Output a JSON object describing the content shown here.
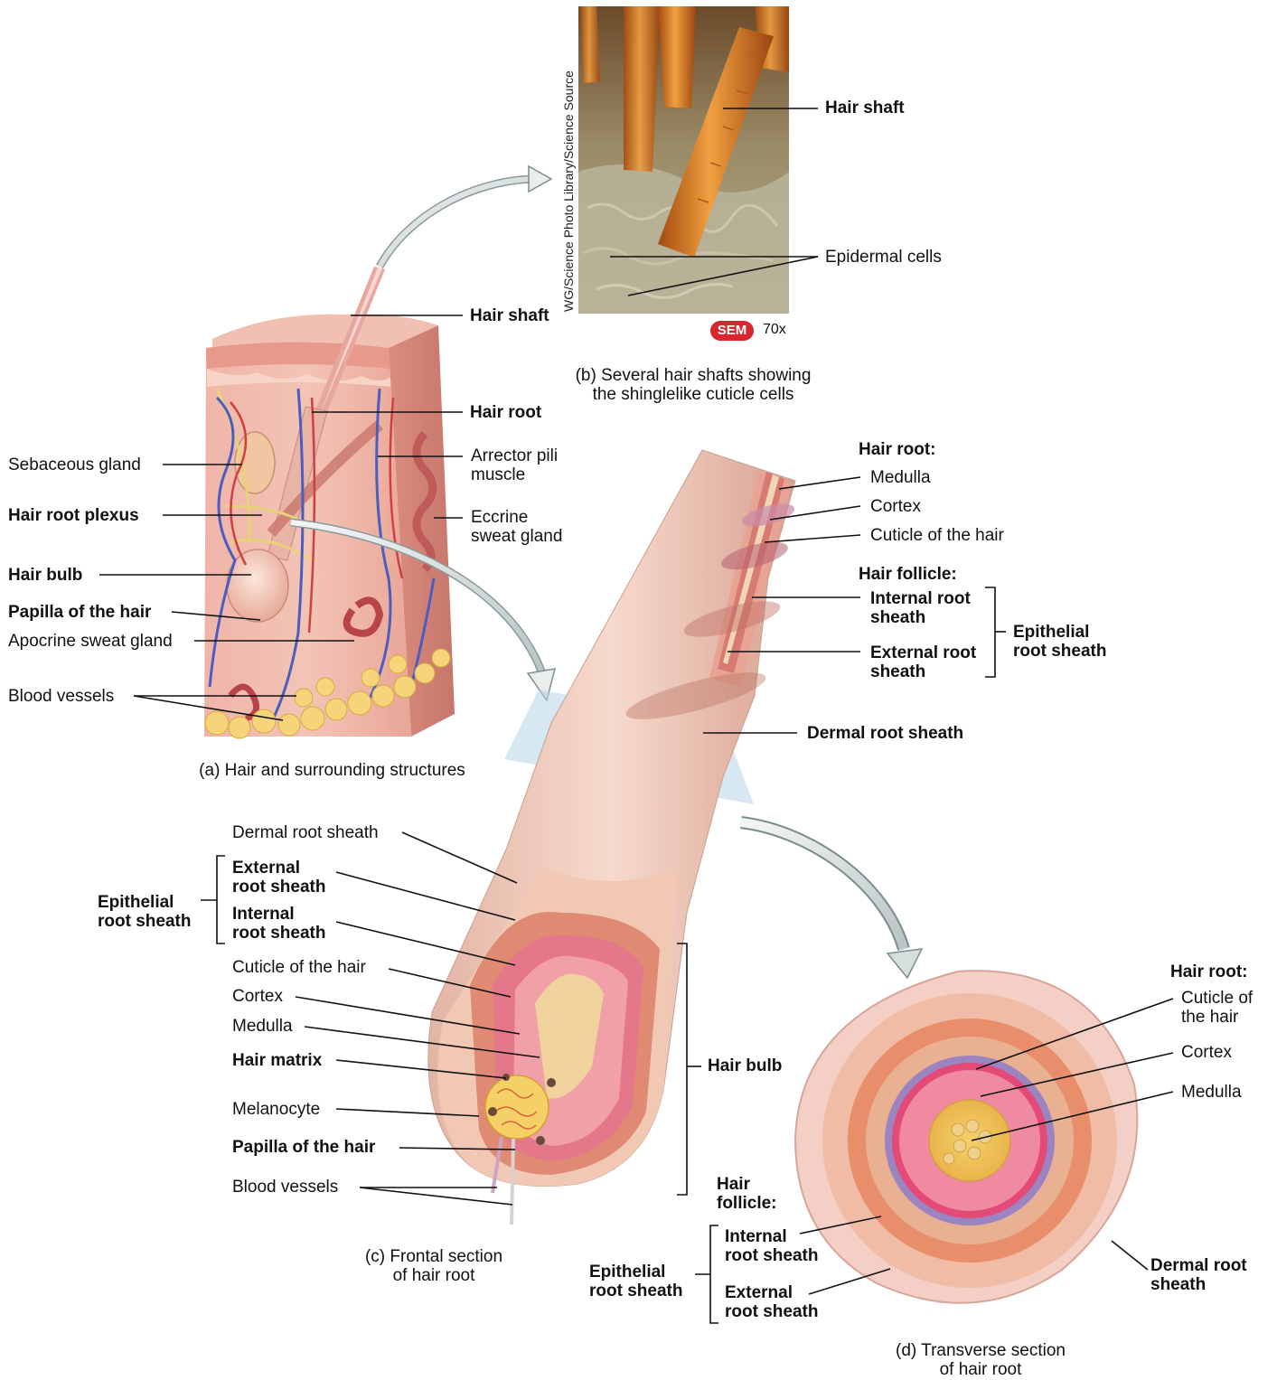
{
  "photo": {
    "credit": "WG/Science Photo Library/Science Source",
    "badge": "SEM",
    "magnification": "70x",
    "labels": {
      "hair_shaft": "Hair shaft",
      "epidermal_cells": "Epidermal cells"
    },
    "caption_1": "(b) Several hair shafts showing",
    "caption_2": "the shinglelike cuticle cells"
  },
  "panel_a": {
    "labels": {
      "hair_shaft": "Hair shaft",
      "hair_root": "Hair root",
      "sebaceous_gland": "Sebaceous gland",
      "arrector_1": "Arrector pili",
      "arrector_2": "muscle",
      "hair_root_plexus": "Hair root plexus",
      "eccrine_1": "Eccrine",
      "eccrine_2": "sweat gland",
      "hair_bulb": "Hair bulb",
      "papilla": "Papilla of the hair",
      "apocrine": "Apocrine sweat gland",
      "blood_vessels": "Blood vessels"
    },
    "caption": "(a) Hair and surrounding structures"
  },
  "panel_follicle_top": {
    "hair_root": "Hair root:",
    "medulla": "Medulla",
    "cortex": "Cortex",
    "cuticle": "Cuticle of the hair",
    "hair_follicle": "Hair follicle:",
    "internal_1": "Internal root",
    "internal_2": "sheath",
    "external_1": "External root",
    "external_2": "sheath",
    "epithelial_1": "Epithelial",
    "epithelial_2": "root sheath",
    "dermal": "Dermal root sheath"
  },
  "panel_c": {
    "labels": {
      "dermal": "Dermal root sheath",
      "external_1": "External",
      "external_2": "root sheath",
      "epithelial_1": "Epithelial",
      "epithelial_2": "root sheath",
      "internal_1": "Internal",
      "internal_2": "root sheath",
      "cuticle": "Cuticle of the hair",
      "cortex": "Cortex",
      "medulla": "Medulla",
      "matrix": "Hair matrix",
      "melanocyte": "Melanocyte",
      "papilla": "Papilla of the hair",
      "blood_vessels": "Blood vessels",
      "hair_bulb": "Hair bulb"
    },
    "caption_1": "(c) Frontal section",
    "caption_2": "of hair root"
  },
  "panel_d": {
    "labels": {
      "hair_root": "Hair root:",
      "cuticle_1": "Cuticle of",
      "cuticle_2": "the hair",
      "cortex": "Cortex",
      "medulla": "Medulla",
      "hair_follicle_1": "Hair",
      "hair_follicle_2": "follicle:",
      "internal_1": "Internal",
      "internal_2": "root sheath",
      "external_1": "External",
      "external_2": "root sheath",
      "epithelial_1": "Epithelial",
      "epithelial_2": "root sheath",
      "dermal_1": "Dermal root",
      "dermal_2": "sheath"
    },
    "caption_1": "(d) Transverse section",
    "caption_2": "of hair root"
  }
}
